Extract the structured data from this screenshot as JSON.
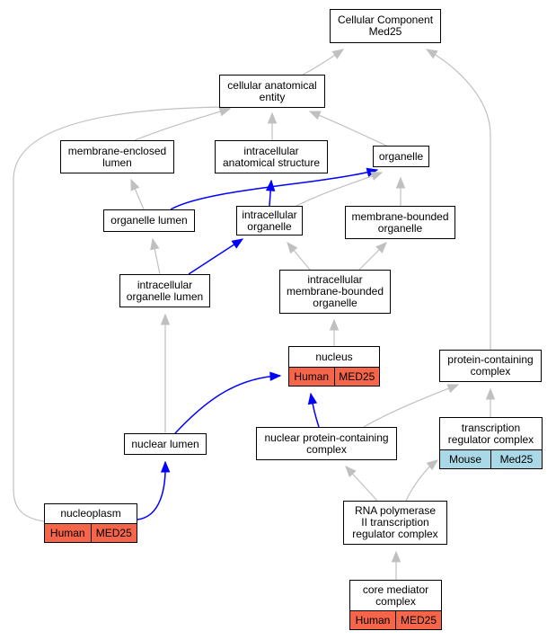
{
  "nodes": {
    "cc": {
      "label": "Cellular Component\nMed25"
    },
    "cae": {
      "label": "cellular anatomical\nentity"
    },
    "mel": {
      "label": "membrane-enclosed\nlumen"
    },
    "ias": {
      "label": "intracellular\nanatomical structure"
    },
    "org": {
      "label": "organelle"
    },
    "ol": {
      "label": "organelle lumen"
    },
    "io": {
      "label": "intracellular\norganelle"
    },
    "mbo": {
      "label": "membrane-bounded\norganelle"
    },
    "iol": {
      "label": "intracellular\norganelle lumen"
    },
    "imbo": {
      "label": "intracellular\nmembrane-bounded\norganelle"
    },
    "nuc": {
      "label": "nucleus",
      "annotations": [
        "Human",
        "MED25"
      ]
    },
    "pcc": {
      "label": "protein-containing\ncomplex"
    },
    "nl": {
      "label": "nuclear lumen"
    },
    "npcc": {
      "label": "nuclear protein-containing\ncomplex"
    },
    "trc": {
      "label": "transcription\nregulator complex",
      "annotations": [
        "Mouse",
        "Med25"
      ]
    },
    "np": {
      "label": "nucleoplasm",
      "annotations": [
        "Human",
        "MED25"
      ]
    },
    "rnap": {
      "label": "RNA polymerase\nII transcription\nregulator complex"
    },
    "cmc": {
      "label": "core mediator\ncomplex",
      "annotations": [
        "Human",
        "MED25"
      ]
    }
  },
  "edges": [
    {
      "from": "cae",
      "to": "cc",
      "highlight": false
    },
    {
      "from": "pcc",
      "to": "cc",
      "highlight": false
    },
    {
      "from": "mel",
      "to": "cae",
      "highlight": false
    },
    {
      "from": "ias",
      "to": "cae",
      "highlight": false
    },
    {
      "from": "org",
      "to": "cae",
      "highlight": false
    },
    {
      "from": "np",
      "to": "cae",
      "highlight": false
    },
    {
      "from": "ol",
      "to": "mel",
      "highlight": false
    },
    {
      "from": "io",
      "to": "ias",
      "highlight": true
    },
    {
      "from": "ol",
      "to": "org",
      "highlight": true
    },
    {
      "from": "io",
      "to": "org",
      "highlight": false
    },
    {
      "from": "mbo",
      "to": "org",
      "highlight": false
    },
    {
      "from": "iol",
      "to": "ol",
      "highlight": false
    },
    {
      "from": "iol",
      "to": "io",
      "highlight": true
    },
    {
      "from": "imbo",
      "to": "io",
      "highlight": false
    },
    {
      "from": "imbo",
      "to": "mbo",
      "highlight": false
    },
    {
      "from": "nl",
      "to": "iol",
      "highlight": false
    },
    {
      "from": "nuc",
      "to": "imbo",
      "highlight": false
    },
    {
      "from": "nl",
      "to": "nuc",
      "highlight": true
    },
    {
      "from": "npcc",
      "to": "nuc",
      "highlight": true
    },
    {
      "from": "npcc",
      "to": "pcc",
      "highlight": false
    },
    {
      "from": "trc",
      "to": "pcc",
      "highlight": false
    },
    {
      "from": "np",
      "to": "nl",
      "highlight": true
    },
    {
      "from": "rnap",
      "to": "npcc",
      "highlight": false
    },
    {
      "from": "rnap",
      "to": "trc",
      "highlight": false
    },
    {
      "from": "cmc",
      "to": "rnap",
      "highlight": false
    }
  ],
  "colors": {
    "edge": "#c0c0c0",
    "edge_highlight": "#0000ff",
    "human": "#f4654a",
    "mouse": "#a9d8e6"
  }
}
